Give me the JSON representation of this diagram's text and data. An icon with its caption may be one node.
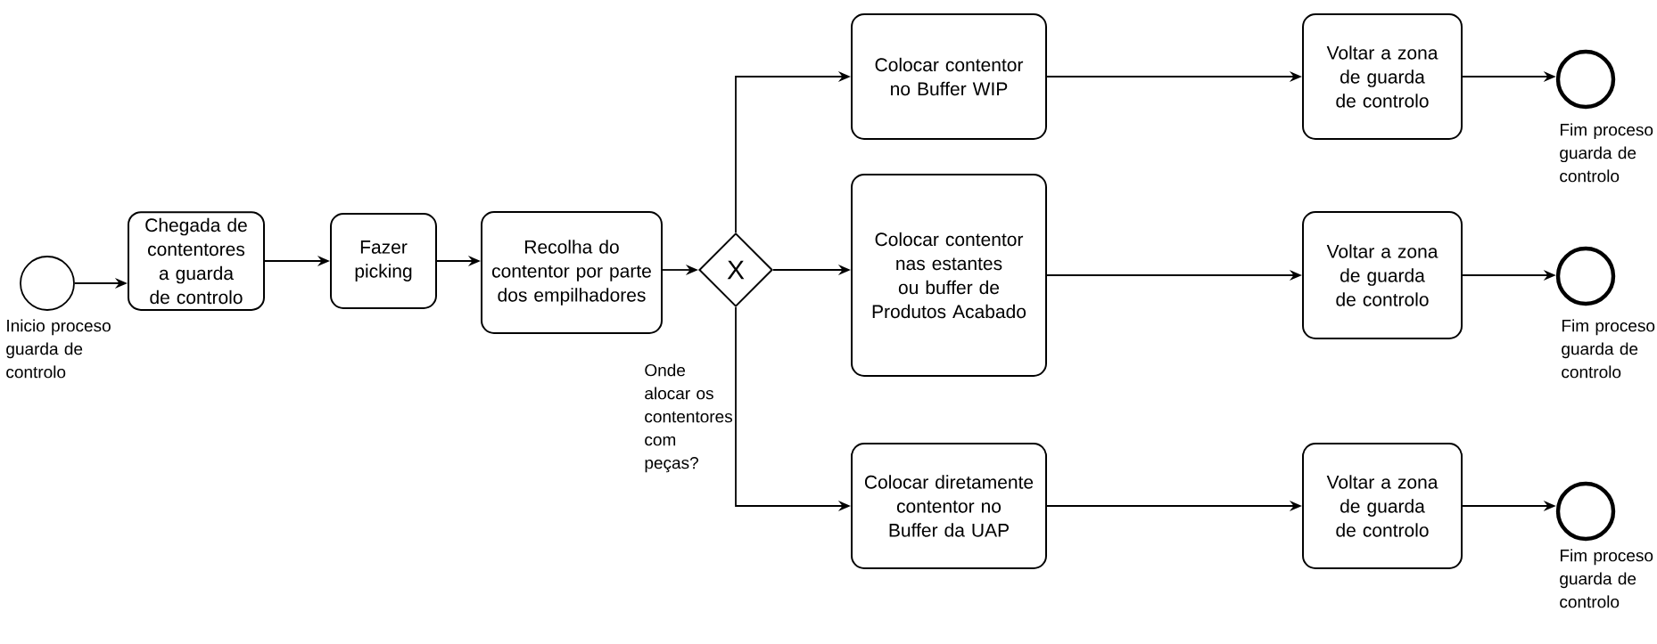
{
  "diagram": {
    "nodes": [
      {
        "text": [],
        "shape": "circle",
        "beside": [
          "Inicio proceso guarda de controlo"
        ]
      },
      {
        "text": [
          "Chegada de contentores a guarda de controlo"
        ]
      },
      {
        "text": [
          "Fazer picking"
        ]
      },
      {
        "text": [
          "Recolha do contentor por parte dos empilhadores"
        ]
      },
      {
        "text": [
          "X"
        ]
      },
      {
        "text": [
          "Colocar contentor no Buffer WIP"
        ]
      },
      {
        "text": [
          "Voltar a zona de guarda de controlo"
        ]
      },
      {
        "text": [],
        "shape": "circle",
        "beside": [
          "Fim proceso guarda de controlo"
        ]
      },
      {
        "text": [
          "Colocar contentor nas estantes ou buffer de Produtos Acabado"
        ]
      },
      {
        "text": [
          "Voltar a zona de guarda de controlo"
        ]
      },
      {
        "text": [],
        "shape": "circle",
        "beside": [
          "Fim proceso guarda de controlo"
        ]
      },
      {
        "text": [
          "Colocar diretamente contentor no Buffer da UAP"
        ]
      },
      {
        "text": [
          "Voltar a zona de guarda de controlo"
        ]
      },
      {
        "text": [],
        "shape": "circle",
        "beside": [
          "Fim proceso guarda de controlo"
        ]
      }
    ],
    "edges": [
      {
        "from": 0,
        "to": 1,
        "arrow": "to"
      },
      {
        "from": 1,
        "to": 2,
        "arrow": "to"
      },
      {
        "from": 2,
        "to": 3,
        "arrow": "to"
      },
      {
        "from": 3,
        "to": 4,
        "arrow": "to"
      },
      {
        "from": 4,
        "to": 5,
        "arrow": "to"
      },
      {
        "from": 4,
        "to": 8,
        "arrow": "to"
      },
      {
        "from": 4,
        "to": 11,
        "arrow": "to"
      },
      {
        "from": 5,
        "to": 6,
        "arrow": "to"
      },
      {
        "from": 6,
        "to": 7,
        "arrow": "to"
      },
      {
        "from": 8,
        "to": 9,
        "arrow": "to"
      },
      {
        "from": 9,
        "to": 10,
        "arrow": "to"
      },
      {
        "from": 11,
        "to": 12,
        "arrow": "to"
      },
      {
        "from": 12,
        "to": 13,
        "arrow": "to"
      }
    ],
    "labels": [
      "Onde alocar os contentores com peças?"
    ]
  }
}
